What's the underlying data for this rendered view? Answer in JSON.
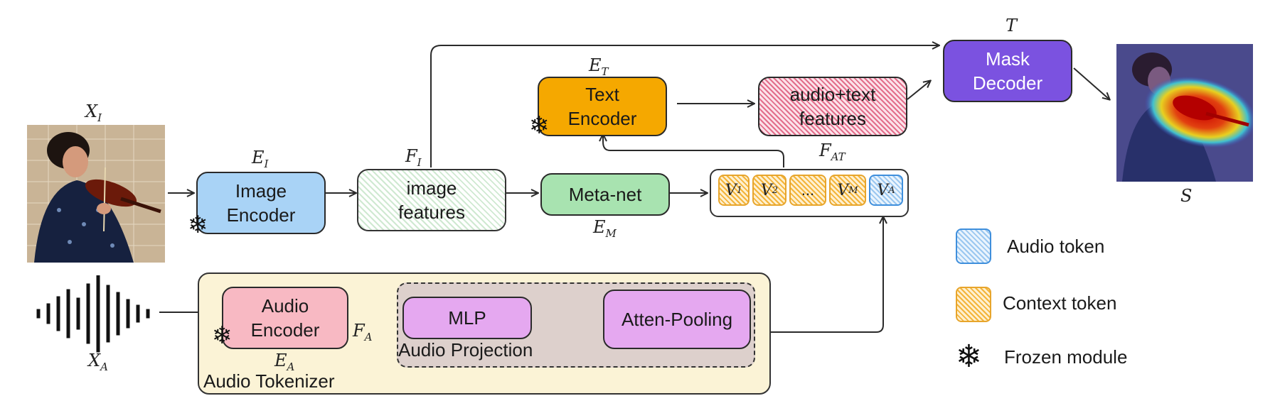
{
  "diagram": {
    "input_image_label": "X",
    "input_image_sub": "I",
    "output_image_label": "S",
    "image_encoder": {
      "line1": "Image",
      "line2": "Encoder",
      "symbol": "E",
      "sub": "I"
    },
    "image_features": {
      "line1": "image",
      "line2": "features",
      "symbol": "F",
      "sub": "I"
    },
    "meta_net": {
      "label": "Meta-net",
      "symbol": "E",
      "sub": "M"
    },
    "text_encoder": {
      "line1": "Text",
      "line2": "Encoder",
      "symbol": "E",
      "sub": "T"
    },
    "audio_text_features": {
      "line1": "audio+text",
      "line2": "features",
      "symbol": "F",
      "sub": "AT"
    },
    "mask_decoder": {
      "line1": "Mask",
      "line2": "Decoder",
      "symbol": "T"
    },
    "tokens": [
      {
        "sym": "V",
        "sub": "1"
      },
      {
        "sym": "V",
        "sub": "2"
      },
      {
        "sym": "...",
        "sub": ""
      },
      {
        "sym": "V",
        "sub": "M"
      },
      {
        "sym": "V",
        "sub": "A"
      }
    ],
    "audio_tokenizer": {
      "title": "Audio Tokenizer",
      "audio_encoder": {
        "line1": "Audio",
        "line2": "Encoder",
        "symbol": "E",
        "sub": "A"
      },
      "feature_symbol": "F",
      "feature_sub": "A",
      "projection_title": "Audio Projection",
      "mlp": "MLP",
      "atten_pooling": "Atten-Pooling"
    },
    "audio_input_label": "X",
    "audio_input_sub": "A"
  },
  "legend": [
    {
      "label": "Audio token",
      "kind": "audio"
    },
    {
      "label": "Context token",
      "kind": "context"
    },
    {
      "label": "Frozen module",
      "kind": "frozen"
    }
  ],
  "colors": {
    "image_encoder": "#a9d3f6",
    "meta_net": "#a8e3b0",
    "text_encoder": "#f5a800",
    "mask_decoder": "#7b52e0",
    "audio_encoder": "#f8b9c3",
    "mlp": "#e5a8f0",
    "tokenizer_bg": "#fbf3d6",
    "projection_bg": "#ddd0cc"
  }
}
